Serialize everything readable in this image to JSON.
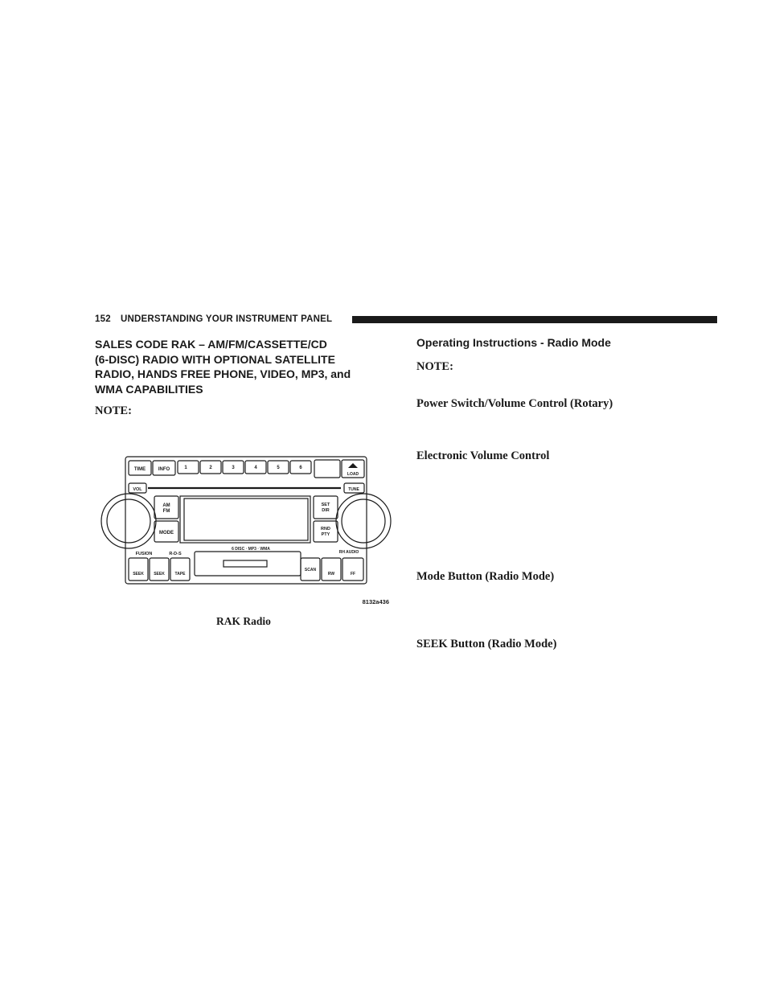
{
  "header": {
    "page_number": "152",
    "section": "UNDERSTANDING YOUR INSTRUMENT PANEL"
  },
  "left_column": {
    "heading_lines": [
      "SALES CODE RAK – AM/FM/CASSETTE/CD",
      "(6-DISC) RADIO WITH OPTIONAL SATELLITE",
      "RADIO, HANDS FREE PHONE, VIDEO, MP3, and",
      "WMA CAPABILITIES"
    ],
    "note": "NOTE:",
    "figure": {
      "caption": "RAK Radio",
      "code": "8132a436",
      "labels": {
        "time": "TIME",
        "info": "INFO",
        "preset1": "1",
        "preset2": "2",
        "preset3": "3",
        "preset4": "4",
        "preset5": "5",
        "preset6": "6",
        "load": "LOAD",
        "tune": "TUNE",
        "vol": "VOL",
        "am": "AM",
        "fm": "FM",
        "mode": "MODE",
        "set": "SET",
        "dir": "DIR",
        "rnd": "RND",
        "pty": "PTY",
        "fusion": "FUSION",
        "disc_info": "6 DISC · MP3 · WMA",
        "seek_left": "SEEK",
        "seek_right": "SEEK",
        "tape": "TAPE",
        "scan": "SCAN",
        "rw": "RW",
        "ff": "FF",
        "rds": "R-D-S",
        "rh_audio": "RH AUDIO"
      }
    }
  },
  "right_column": {
    "heading": "Operating Instructions - Radio Mode",
    "note": "NOTE:",
    "items": [
      "Power Switch/Volume Control (Rotary)",
      "Electronic Volume Control",
      "Mode Button (Radio Mode)",
      "SEEK Button (Radio Mode)"
    ]
  }
}
